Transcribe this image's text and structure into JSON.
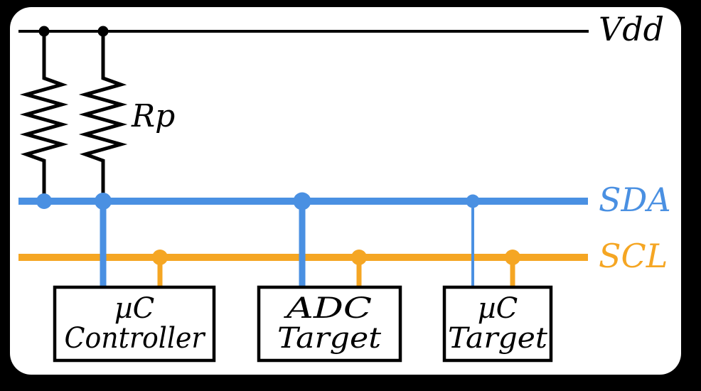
{
  "diagram": {
    "net_labels": {
      "vdd": "Vdd",
      "pullup": "Rp",
      "sda": "SDA",
      "scl": "SCL"
    },
    "devices": [
      {
        "line1": "µC",
        "line2": "Controller"
      },
      {
        "line1": "ADC",
        "line2": "Target"
      },
      {
        "line1": "µC",
        "line2": "Target"
      }
    ],
    "colors": {
      "sda": "#4a90e2",
      "scl": "#f5a623",
      "wire": "#000000",
      "panel": "#ffffff",
      "page": "#000000"
    }
  }
}
